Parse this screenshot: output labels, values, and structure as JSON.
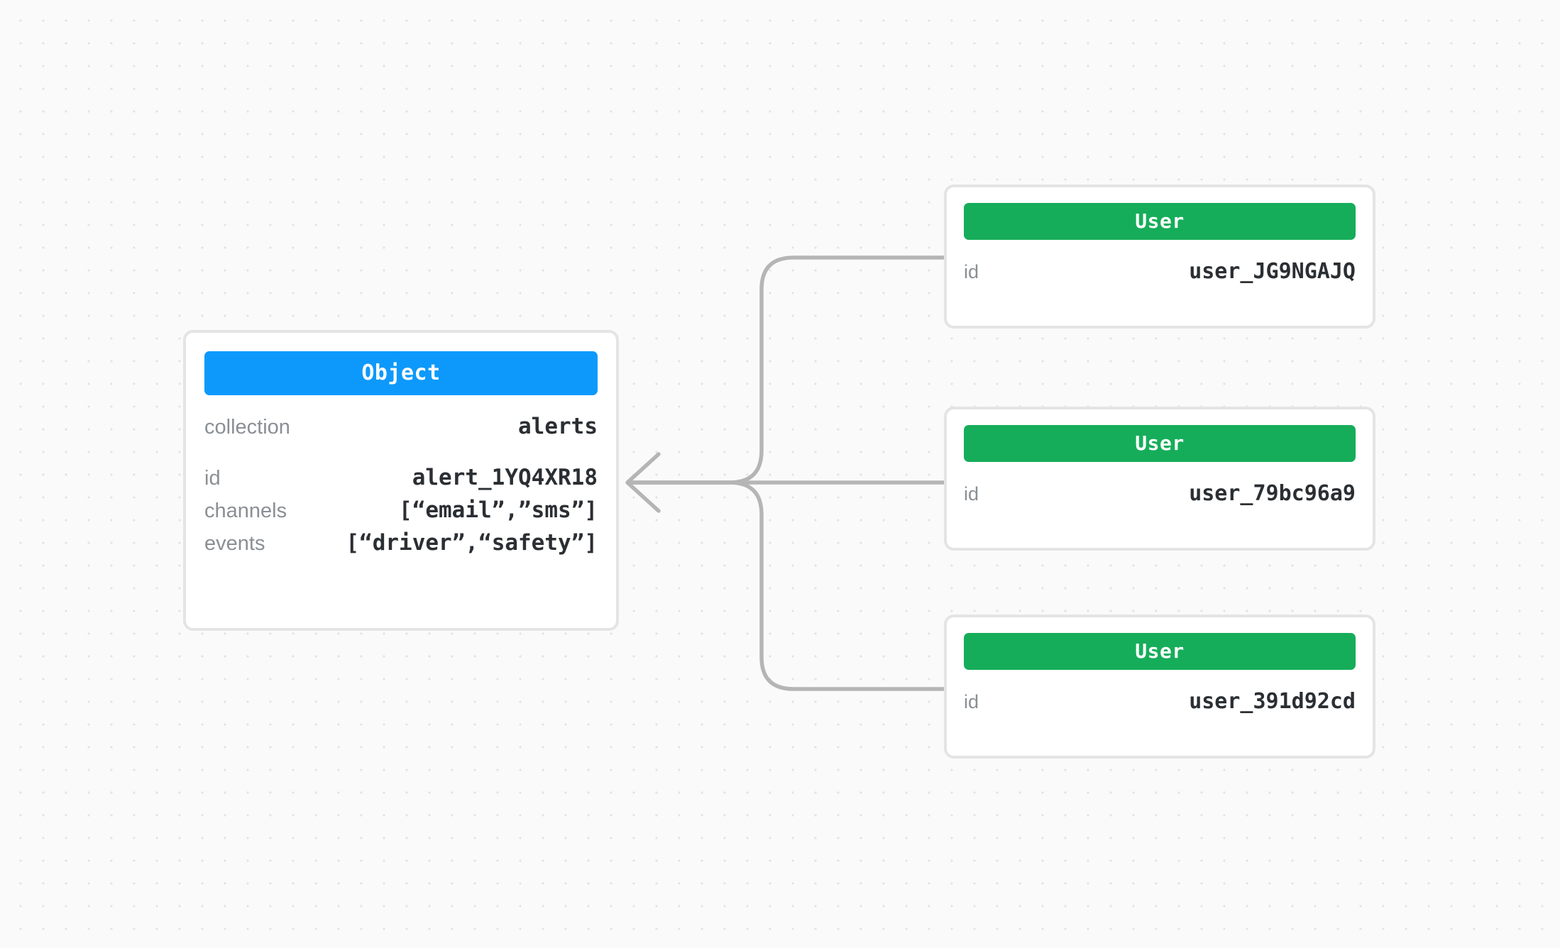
{
  "canvas": {
    "background_color": "#fafafa",
    "dot_color": "#e1e3e4",
    "edge_color": "#b5b5b5"
  },
  "nodes": {
    "object": {
      "type_label": "Object",
      "accent_color": "#0d99fb",
      "primary_row": {
        "key": "collection",
        "value": "alerts"
      },
      "fields": [
        {
          "key": "id",
          "value": "alert_1YQ4XR18"
        },
        {
          "key": "channels",
          "value": "[“email”,”sms”]"
        },
        {
          "key": "events",
          "value": "[“driver”,“safety”]"
        }
      ]
    },
    "users": [
      {
        "type_label": "User",
        "accent_color": "#16ad5a",
        "fields": [
          {
            "key": "id",
            "value": "user_JG9NGAJQ"
          }
        ]
      },
      {
        "type_label": "User",
        "accent_color": "#16ad5a",
        "fields": [
          {
            "key": "id",
            "value": "user_79bc96a9"
          }
        ]
      },
      {
        "type_label": "User",
        "accent_color": "#16ad5a",
        "fields": [
          {
            "key": "id",
            "value": "user_391d92cd"
          }
        ]
      }
    ]
  },
  "edges": [
    {
      "from": "user-1",
      "to": "object",
      "arrow": "to-object"
    },
    {
      "from": "user-2",
      "to": "object",
      "arrow": "to-object"
    },
    {
      "from": "user-3",
      "to": "object",
      "arrow": "to-object"
    }
  ]
}
